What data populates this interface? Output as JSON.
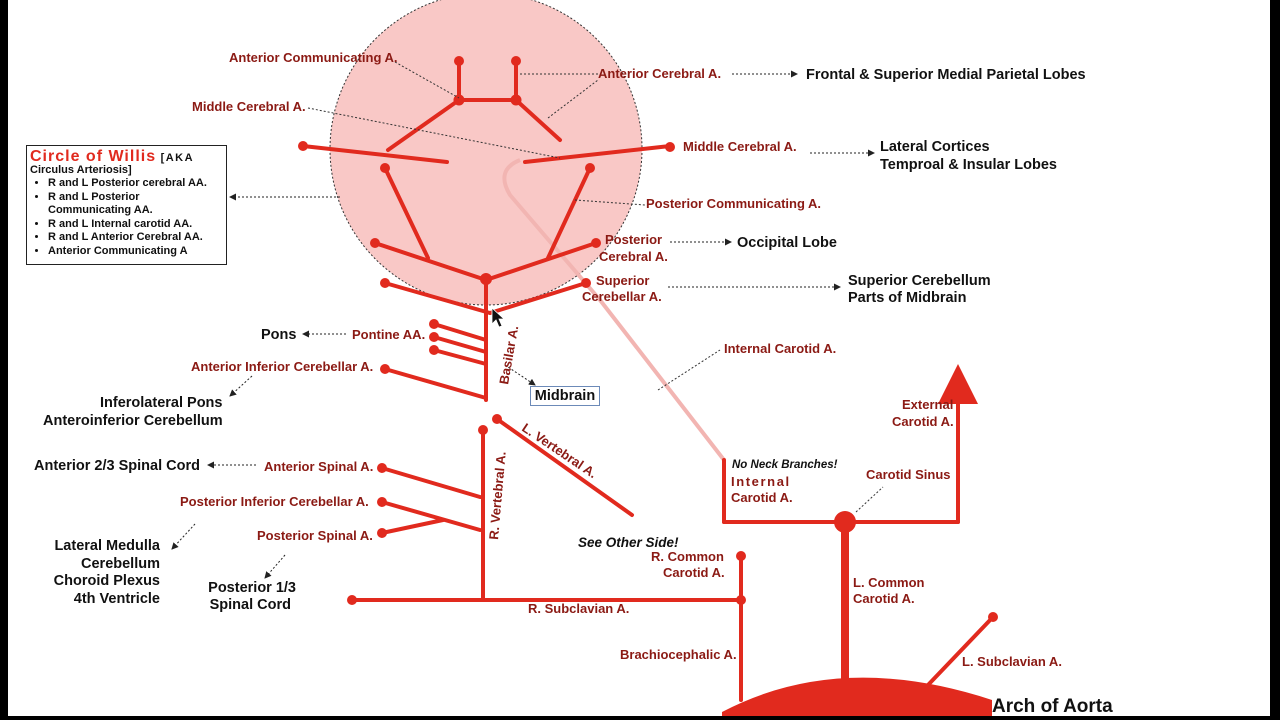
{
  "colors": {
    "artery": "#e12a1e",
    "label": "#8b1a14",
    "highlight": "#f9c8c6"
  },
  "legend": {
    "title": "Circle of Willis",
    "aka": "[AKA",
    "subtitle": "Circulus Arteriosis]",
    "items": [
      "R and L Posterior cerebral AA.",
      "R and L Posterior Communicating AA.",
      "R and L Internal carotid AA.",
      "R and L Anterior Cerebral AA.",
      "Anterior Communicating A"
    ]
  },
  "labels": {
    "anterior_communicating": "Anterior Communicating A.",
    "anterior_cerebral": "Anterior Cerebral A.",
    "middle_cerebral_left": "Middle Cerebral A.",
    "middle_cerebral_right": "Middle Cerebral A.",
    "posterior_communicating": "Posterior Communicating A.",
    "posterior_cerebral_1": "Posterior",
    "posterior_cerebral_2": "Cerebral A.",
    "superior_cerebellar_1": "Superior",
    "superior_cerebellar_2": "Cerebellar A.",
    "pontine": "Pontine AA.",
    "aica": "Anterior Inferior Cerebellar A.",
    "basilar": "Basilar A.",
    "l_vertebral": "L. Vertebral A.",
    "r_vertebral": "R. Vertebral A.",
    "anterior_spinal": "Anterior Spinal A.",
    "pica": "Posterior Inferior Cerebellar A.",
    "posterior_spinal": "Posterior Spinal A.",
    "internal_carotid_top": "Internal Carotid A.",
    "external_carotid_1": "External",
    "external_carotid_2": "Carotid A.",
    "carotid_sinus": "Carotid Sinus",
    "no_neck": "No Neck Branches!",
    "internal_carotid_1": "Internal",
    "internal_carotid_2": "Carotid A.",
    "r_common_1": "R. Common",
    "r_common_2": "Carotid A.",
    "l_common_1": "L.  Common",
    "l_common_2": "Carotid A.",
    "r_subclavian": "R. Subclavian A.",
    "brachiocephalic": "Brachiocephalic A.",
    "l_subclavian": "L. Subclavian A.",
    "see_other_side": "See Other Side!"
  },
  "targets": {
    "frontal": "Frontal & Superior Medial Parietal Lobes",
    "lateral_1": "Lateral Cortices",
    "lateral_2": "Temproal & Insular Lobes",
    "occipital": "Occipital Lobe",
    "sup_cereb_1": "Superior Cerebellum",
    "sup_cereb_2": "Parts of Midbrain",
    "pons": "Pons",
    "midbrain": "Midbrain",
    "inferolateral_1": "Inferolateral Pons",
    "inferolateral_2": "Anteroinferior Cerebellum",
    "ant_spinal": "Anterior 2/3 Spinal Cord",
    "lat_med_1": "Lateral Medulla",
    "lat_med_2": "Cerebellum",
    "lat_med_3": "Choroid Plexus",
    "lat_med_4": "4th Ventricle",
    "post_spinal_1": "Posterior 1/3",
    "post_spinal_2": "Spinal Cord",
    "aorta": "Arch of Aorta"
  }
}
